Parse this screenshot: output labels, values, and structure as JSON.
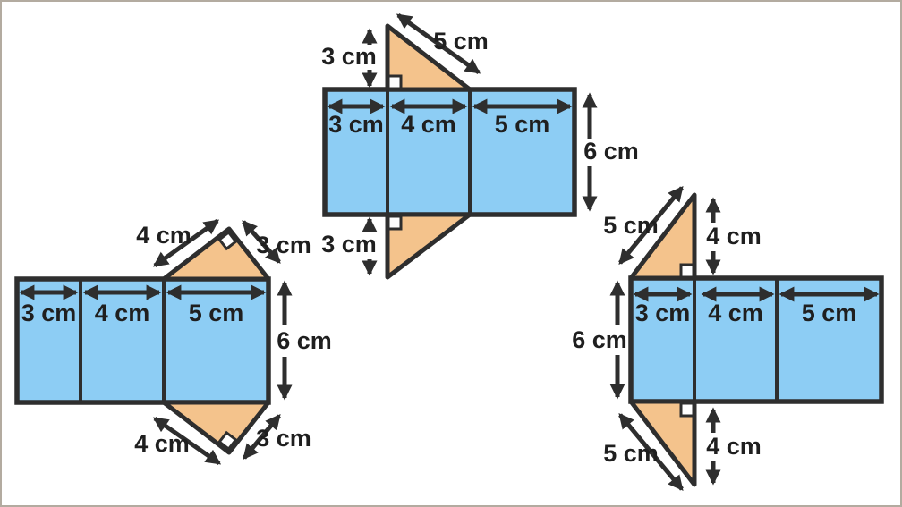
{
  "colors": {
    "rect_fill": "#8dcdf4",
    "triangle_fill": "#f4c38c",
    "stroke": "#2e2e2e",
    "text": "#1f1f1f",
    "right_angle_fill": "#ffffff",
    "frame_border": "#b3aba0",
    "background": "#ffffff"
  },
  "nets": {
    "middle": {
      "width_labels": [
        "3 cm",
        "4 cm",
        "5 cm"
      ],
      "height_label": "6 cm",
      "top_triangle": {
        "height_label": "3 cm",
        "hypotenuse_label": "5 cm"
      },
      "bottom_triangle": {
        "height_label": "3 cm"
      }
    },
    "left": {
      "width_labels": [
        "3 cm",
        "4 cm",
        "5 cm"
      ],
      "height_label": "6 cm",
      "top_triangle": {
        "side_4_label": "4 cm",
        "side_3_label": "3 cm"
      },
      "bottom_triangle": {
        "side_4_label": "4 cm",
        "side_3_label": "3 cm"
      }
    },
    "right": {
      "width_labels": [
        "3 cm",
        "4 cm",
        "5 cm"
      ],
      "height_label": "6 cm",
      "top_triangle": {
        "hypotenuse_label": "5 cm",
        "height_label": "4 cm"
      },
      "bottom_triangle": {
        "hypotenuse_label": "5 cm",
        "height_label": "4 cm"
      }
    }
  }
}
